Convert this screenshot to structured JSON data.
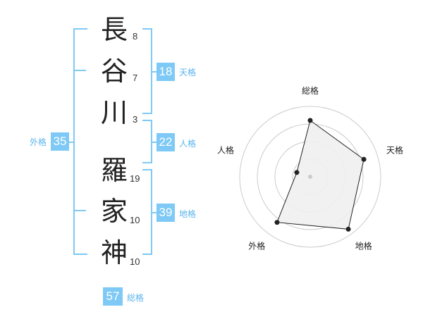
{
  "name": {
    "chars": [
      {
        "char": "長",
        "strokes": "8"
      },
      {
        "char": "谷",
        "strokes": "7"
      },
      {
        "char": "川",
        "strokes": "3"
      },
      {
        "char": "羅",
        "strokes": "19"
      },
      {
        "char": "家",
        "strokes": "10"
      },
      {
        "char": "神",
        "strokes": "10"
      }
    ]
  },
  "fortunes": {
    "tenkaku": {
      "label": "天格",
      "value": "18"
    },
    "jinkaku": {
      "label": "人格",
      "value": "22"
    },
    "chikaku": {
      "label": "地格",
      "value": "39"
    },
    "gaikaku": {
      "label": "外格",
      "value": "35"
    },
    "soukaku": {
      "label": "総格",
      "value": "57"
    }
  },
  "chart_data": {
    "type": "radar",
    "axes": [
      "総格",
      "天格",
      "地格",
      "外格",
      "人格"
    ],
    "values": [
      0.8,
      0.8,
      0.92,
      0.8,
      0.2
    ],
    "rings": 4,
    "colors": {
      "accent": "#7ec9f5",
      "fill": "#efefef",
      "line": "#222222",
      "grid": "#cccccc"
    }
  }
}
